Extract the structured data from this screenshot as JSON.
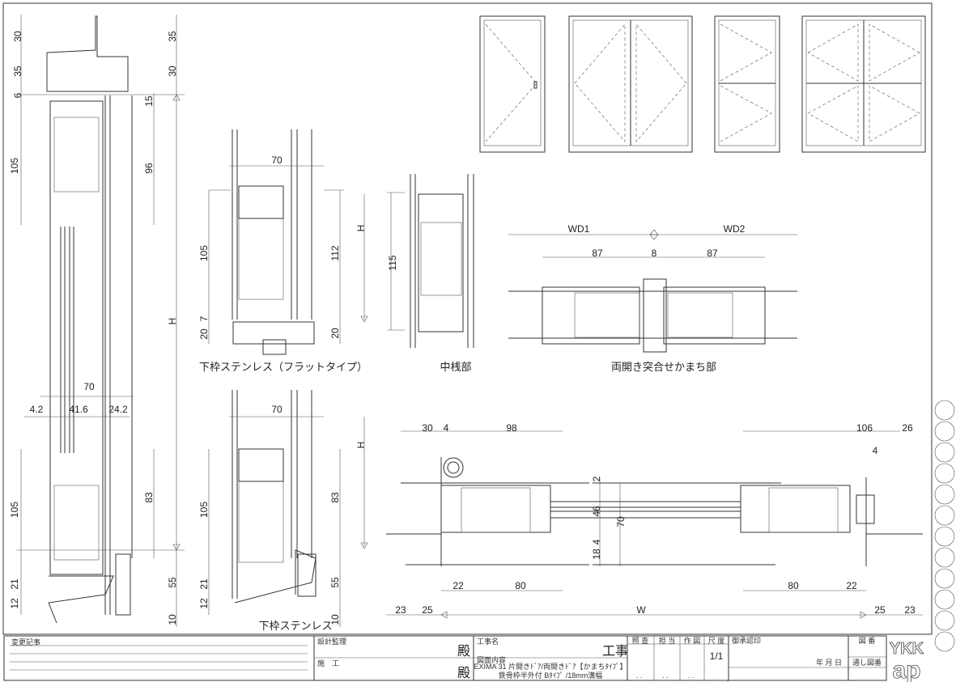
{
  "views": {
    "head_jamb": {
      "left_dims": [
        "30",
        "35",
        "6",
        "105",
        "105",
        "21",
        "12"
      ],
      "right_dims": [
        "35",
        "30",
        "15",
        "96",
        "H",
        "83",
        "55",
        "10"
      ],
      "horiz_dims": [
        "70",
        "4.2",
        "41.6",
        "24.2"
      ]
    },
    "sill_flat": {
      "label": "下枠ステンレス（フラットタイプ）",
      "dims": [
        "70",
        "105",
        "112",
        "H",
        "20",
        "7",
        "20"
      ]
    },
    "sill_stainless": {
      "label": "下枠ステンレス",
      "dims": [
        "70",
        "105",
        "83",
        "H",
        "55",
        "21",
        "12",
        "10"
      ]
    },
    "transom": {
      "label": "中桟部",
      "dims": [
        "115"
      ]
    },
    "meeting_stile": {
      "label": "両開き突合せかまち部",
      "dims": [
        "WD1",
        "WD2",
        "87",
        "8",
        "87"
      ]
    },
    "plan": {
      "top_dims": [
        "30",
        "4",
        "98",
        "106",
        "26",
        "4"
      ],
      "mid_dims": [
        "2",
        "46",
        "70",
        "4",
        "18"
      ],
      "lower_dims": [
        "22",
        "80",
        "80",
        "22"
      ],
      "bottom_dims": [
        "23",
        "25",
        "W",
        "25",
        "23"
      ]
    }
  },
  "title_block": {
    "change_record": "変更記事",
    "design_supervision": "設計監理",
    "construction": "施　工",
    "honorific_1": "殿",
    "honorific_2": "殿",
    "project_name_label": "工事名",
    "project_suffix": "工事",
    "drawing_content_label": "図面内容",
    "drawing_content_line1": "EXIMA 31 片開きﾄﾞｱ/両開きﾄﾞｱ【かまちﾀｲﾌﾟ】",
    "drawing_content_line2": "鉄骨枠半外付 Bﾀｲﾌﾟ /18mm溝幅",
    "check": "照 査",
    "in_charge": "担 当",
    "drafted": "作 図",
    "scale_label": "尺 度",
    "scale_value": "1/1",
    "approval": "御承認印",
    "date": "年 月 日",
    "drawing_no": "図 番",
    "serial_no": "通し図番",
    "dots": ". .",
    "logo_top": "YKK",
    "logo_bottom": "ap"
  }
}
